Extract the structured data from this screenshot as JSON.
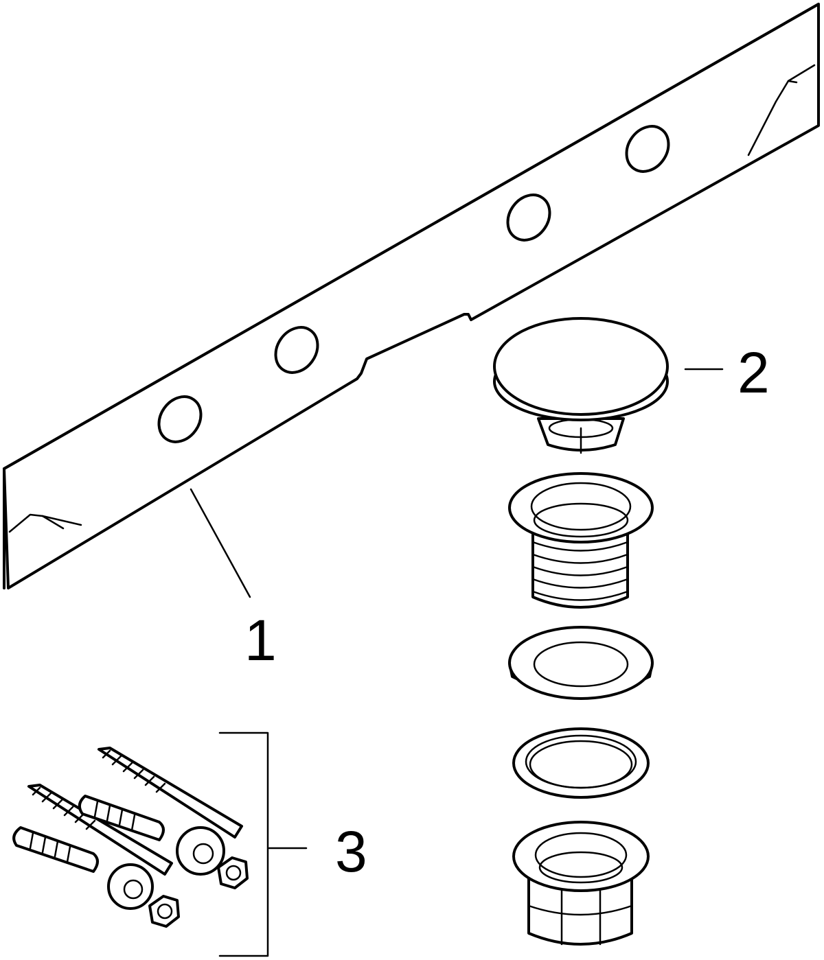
{
  "callouts": [
    {
      "id": "mounting-rail",
      "label": "1"
    },
    {
      "id": "drain-plug",
      "label": "2"
    },
    {
      "id": "fixing-kit",
      "label": "3"
    }
  ],
  "colors": {
    "stroke": "#000000",
    "background": "#ffffff"
  }
}
